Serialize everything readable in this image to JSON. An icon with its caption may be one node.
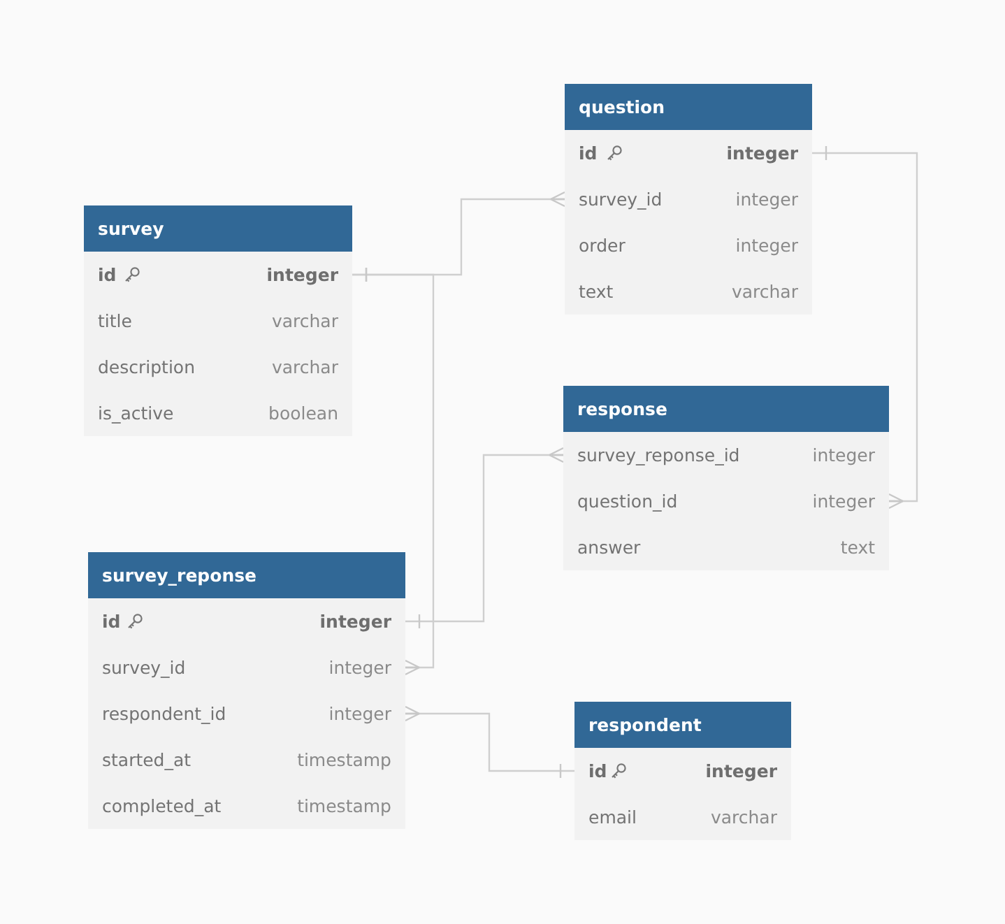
{
  "diagram": {
    "nodes": [
      {
        "text": [
          "question"
        ]
      },
      {
        "text": [
          "id",
          "integer"
        ],
        "in": 0
      },
      {
        "text": [
          "survey_id",
          "integer"
        ],
        "in": 0
      },
      {
        "text": [
          "order",
          "integer"
        ],
        "in": 0
      },
      {
        "text": [
          "text",
          "varchar"
        ],
        "in": 0
      },
      {
        "text": [
          "survey"
        ]
      },
      {
        "text": [
          "id",
          "integer"
        ],
        "in": 5
      },
      {
        "text": [
          "title",
          "varchar"
        ],
        "in": 5
      },
      {
        "text": [
          "description",
          "varchar"
        ],
        "in": 5
      },
      {
        "text": [
          "is_active",
          "boolean"
        ],
        "in": 5
      },
      {
        "text": [
          "response"
        ]
      },
      {
        "text": [
          "survey_reponse_id",
          "integer"
        ],
        "in": 10
      },
      {
        "text": [
          "question_id",
          "integer"
        ],
        "in": 10
      },
      {
        "text": [
          "answer",
          "text"
        ],
        "in": 10
      },
      {
        "text": [
          "survey_reponse"
        ]
      },
      {
        "text": [
          "id",
          "integer"
        ],
        "in": 14
      },
      {
        "text": [
          "survey_id",
          "integer"
        ],
        "in": 14
      },
      {
        "text": [
          "respondent_id",
          "integer"
        ],
        "in": 14
      },
      {
        "text": [
          "started_at",
          "timestamp"
        ],
        "in": 14
      },
      {
        "text": [
          "completed_at",
          "timestamp"
        ],
        "in": 14
      },
      {
        "text": [
          "respondent"
        ]
      },
      {
        "text": [
          "id",
          "integer"
        ],
        "in": 20
      },
      {
        "text": [
          "email",
          "varchar"
        ],
        "in": 20
      }
    ],
    "edges": [
      {
        "from": 6,
        "to": 2,
        "arrow": "other"
      },
      {
        "from": 6,
        "to": 16,
        "arrow": "other"
      },
      {
        "from": 1,
        "to": 12,
        "arrow": "other"
      },
      {
        "from": 15,
        "to": 11,
        "arrow": "other"
      },
      {
        "from": 21,
        "to": 17,
        "arrow": "other"
      }
    ]
  }
}
